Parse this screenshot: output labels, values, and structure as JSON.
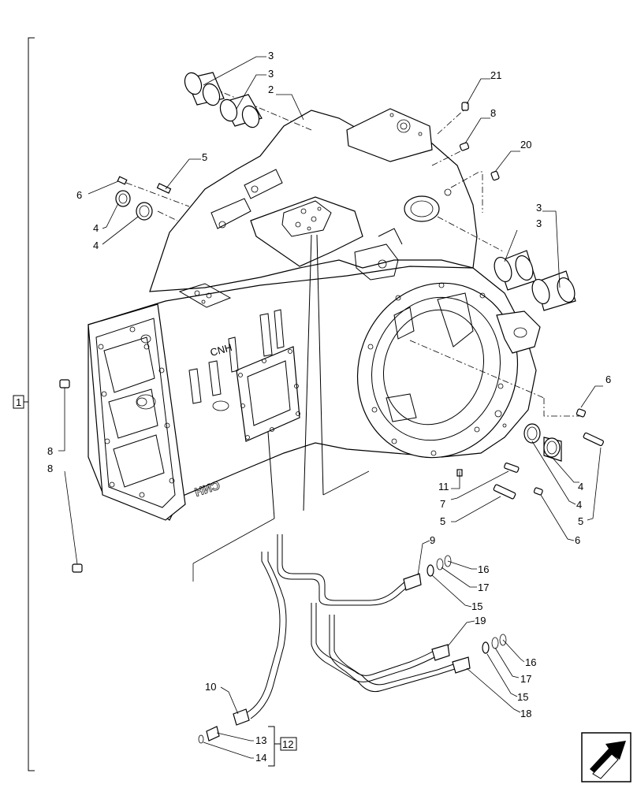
{
  "labels": {
    "c3a": "3",
    "c3b": "3",
    "c2": "2",
    "c21": "21",
    "c8top": "8",
    "c20": "20",
    "c5left": "5",
    "c6left": "6",
    "c4a": "4",
    "c4b": "4",
    "c3right1": "3",
    "c3right2": "3",
    "c6right": "6",
    "c8a": "8",
    "c8b": "8",
    "c11": "11",
    "c7": "7",
    "c5mid": "5",
    "c4right1": "4",
    "c4right2": "4",
    "c5right": "5",
    "c6low": "6",
    "c9": "9",
    "c16a": "16",
    "c17a": "17",
    "c15a": "15",
    "c19": "19",
    "c16b": "16",
    "c17b": "17",
    "c15b": "15",
    "c18": "18",
    "c10": "10",
    "c13": "13",
    "c14": "14"
  },
  "boxes": {
    "assembly": "1",
    "group": "12"
  },
  "casting_brand": "CNH",
  "nav_icon": "arrow-navigation-icon"
}
